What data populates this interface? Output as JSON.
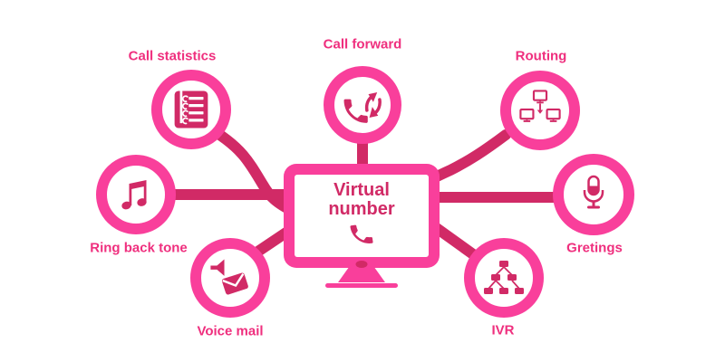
{
  "diagram_title": "Virtual number",
  "center": {
    "label": "Virtual number",
    "icon": "phone-handset-icon"
  },
  "nodes": [
    {
      "id": "call-statistics",
      "label": "Call statistics",
      "icon": "checklist-document-icon",
      "label_position": "above"
    },
    {
      "id": "call-forward",
      "label": "Call forward",
      "icon": "phone-swap-arrows-icon",
      "label_position": "above"
    },
    {
      "id": "routing",
      "label": "Routing",
      "icon": "computer-network-icon",
      "label_position": "above"
    },
    {
      "id": "ring-back-tone",
      "label": "Ring back tone",
      "icon": "music-note-icon",
      "label_position": "below"
    },
    {
      "id": "gretings",
      "label": "Gretings",
      "icon": "microphone-icon",
      "label_position": "below"
    },
    {
      "id": "voice-mail",
      "label": "Voice mail",
      "icon": "speaker-envelope-icon",
      "label_position": "below"
    },
    {
      "id": "ivr",
      "label": "IVR",
      "icon": "hierarchy-tree-icon",
      "label_position": "below"
    }
  ],
  "colors": {
    "accent_bright": "#f93f9b",
    "accent_dark": "#d12a66",
    "label_color": "#ef2f7e",
    "bg": "#ffffff"
  }
}
